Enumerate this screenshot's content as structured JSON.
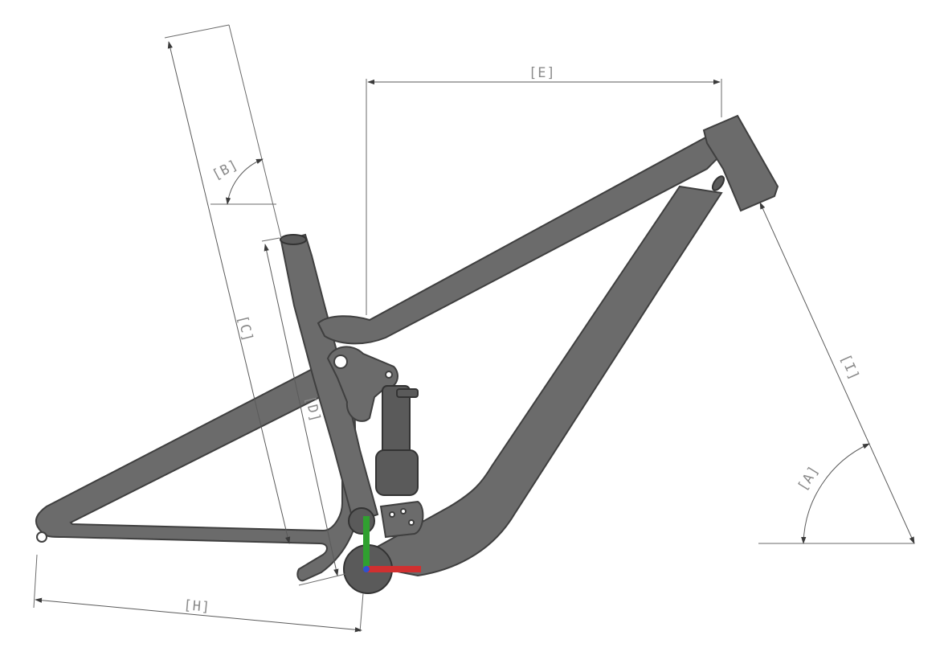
{
  "labels": {
    "A": "[A]",
    "B": "[B]",
    "C": "[C]",
    "D": "[D]",
    "E": "[E]",
    "H": "[H]",
    "I": "[I]"
  },
  "colors": {
    "frame": "#6b6b6b",
    "frame_outline": "#3f3f3f",
    "dimension": "#5a5a5a",
    "label": "#8a8a8a",
    "axis_x": "#d03030",
    "axis_y": "#30a030",
    "axis_z": "#3050d0"
  }
}
